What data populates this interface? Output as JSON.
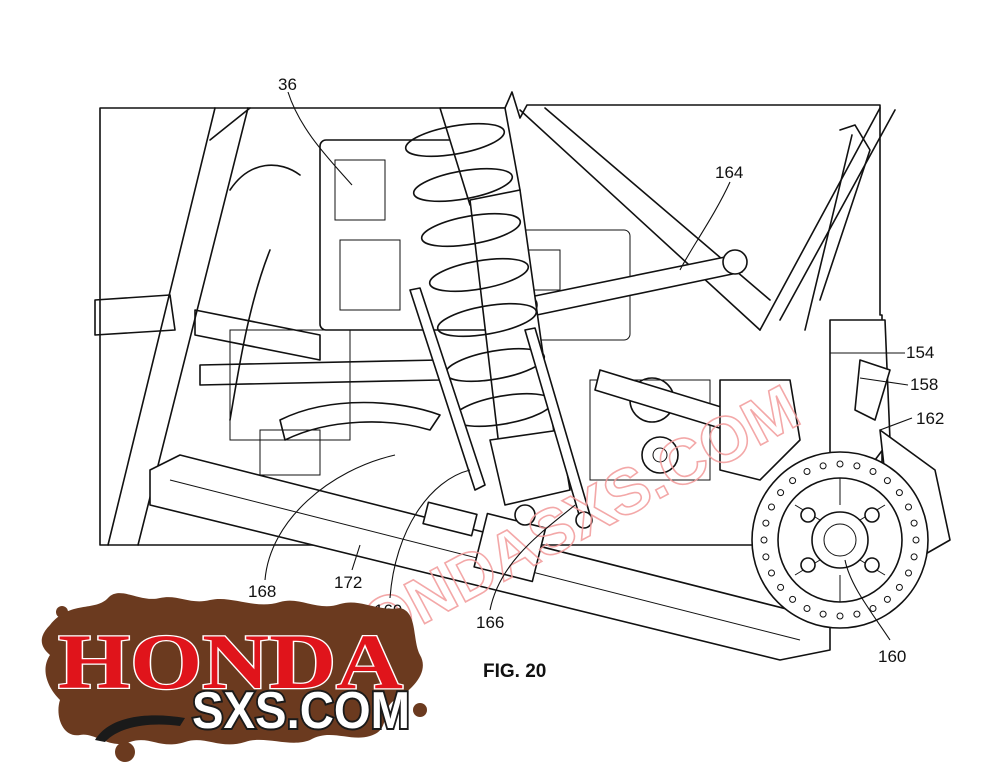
{
  "figure": {
    "caption": "FIG. 20",
    "reference_numerals": [
      {
        "id": "ref-36",
        "label": "36"
      },
      {
        "id": "ref-164",
        "label": "164"
      },
      {
        "id": "ref-154",
        "label": "154"
      },
      {
        "id": "ref-158",
        "label": "158"
      },
      {
        "id": "ref-162",
        "label": "162"
      },
      {
        "id": "ref-168",
        "label": "168"
      },
      {
        "id": "ref-172",
        "label": "172"
      },
      {
        "id": "ref-169",
        "label": "169"
      },
      {
        "id": "ref-166",
        "label": "166"
      },
      {
        "id": "ref-160",
        "label": "160"
      }
    ]
  },
  "watermark": {
    "text": "HONDASXS.COM"
  },
  "logo": {
    "word": "HONDA",
    "domain": "SXS.COM",
    "colors": {
      "red": "#e0141b",
      "mud": "#6b3a1f",
      "dark": "#1a1a1a"
    }
  }
}
